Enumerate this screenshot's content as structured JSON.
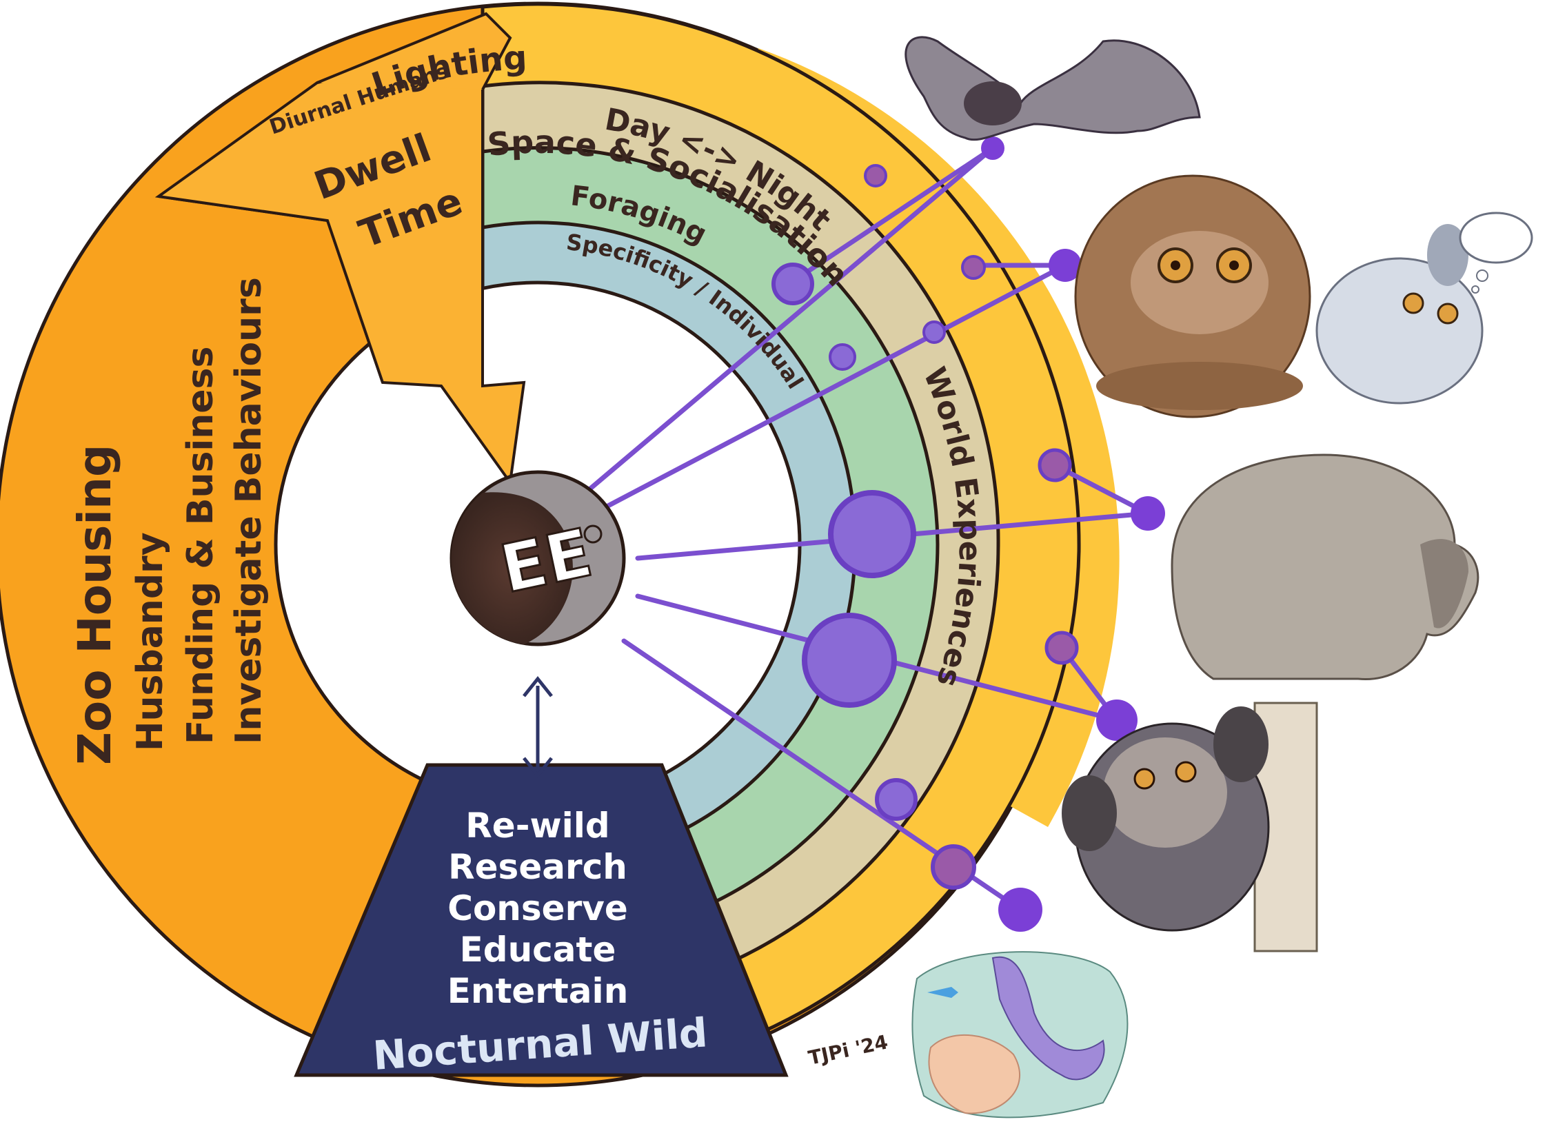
{
  "left_band": {
    "title": "Zoo Housing",
    "lines": [
      "Husbandry",
      "Funding & Business",
      "Investigate Behaviours"
    ]
  },
  "arrow": {
    "top_label": "Diurnal Humans",
    "label_line1": "Dwell",
    "label_line2": "Time"
  },
  "rings": {
    "outer_label": "Lighting",
    "night_label": "Day <-> Night",
    "world_label": "World Experiences",
    "space_label": "Space & Socialisation",
    "foraging_label": "Foraging",
    "specificity_label": "Specificity / Individual"
  },
  "center": {
    "label": "EE"
  },
  "wild_box": {
    "items": [
      "Re-wild",
      "Research",
      "Conserve",
      "Educate",
      "Entertain"
    ],
    "title": "Nocturnal Wild"
  },
  "signature": "TJPi '24",
  "animals": [
    "bat",
    "slow-loris",
    "bushbaby",
    "armadillo",
    "aye-aye",
    "coral-reef"
  ],
  "colors": {
    "orange": "#F9A21E",
    "orange_light": "#FBB233",
    "yellow": "#FDC63C",
    "tan": "#DCCFA6",
    "green": "#A8D5AD",
    "blue": "#ABCDD4",
    "navy": "#2E3567",
    "purple": "#7B4FCF",
    "center_brown": "#3A2620",
    "outline": "#2A1A14"
  }
}
